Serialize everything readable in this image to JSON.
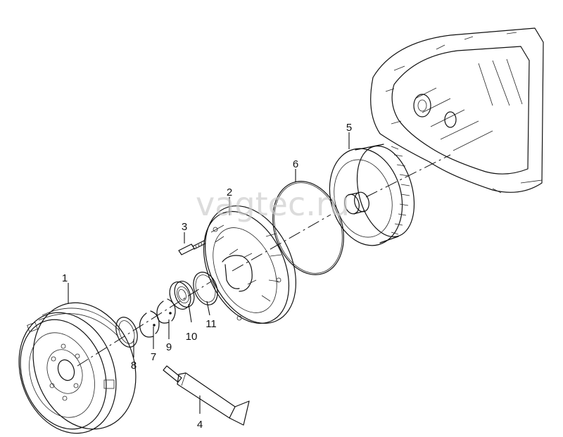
{
  "watermark": "vagtec.ru",
  "callouts": [
    {
      "id": "1",
      "text": "1"
    },
    {
      "id": "2",
      "text": "2"
    },
    {
      "id": "3",
      "text": "3"
    },
    {
      "id": "4",
      "text": "4"
    },
    {
      "id": "5",
      "text": "5"
    },
    {
      "id": "6",
      "text": "6"
    },
    {
      "id": "7",
      "text": "7"
    },
    {
      "id": "8",
      "text": "8"
    },
    {
      "id": "9",
      "text": "9"
    },
    {
      "id": "10",
      "text": "10"
    },
    {
      "id": "11",
      "text": "11"
    }
  ]
}
